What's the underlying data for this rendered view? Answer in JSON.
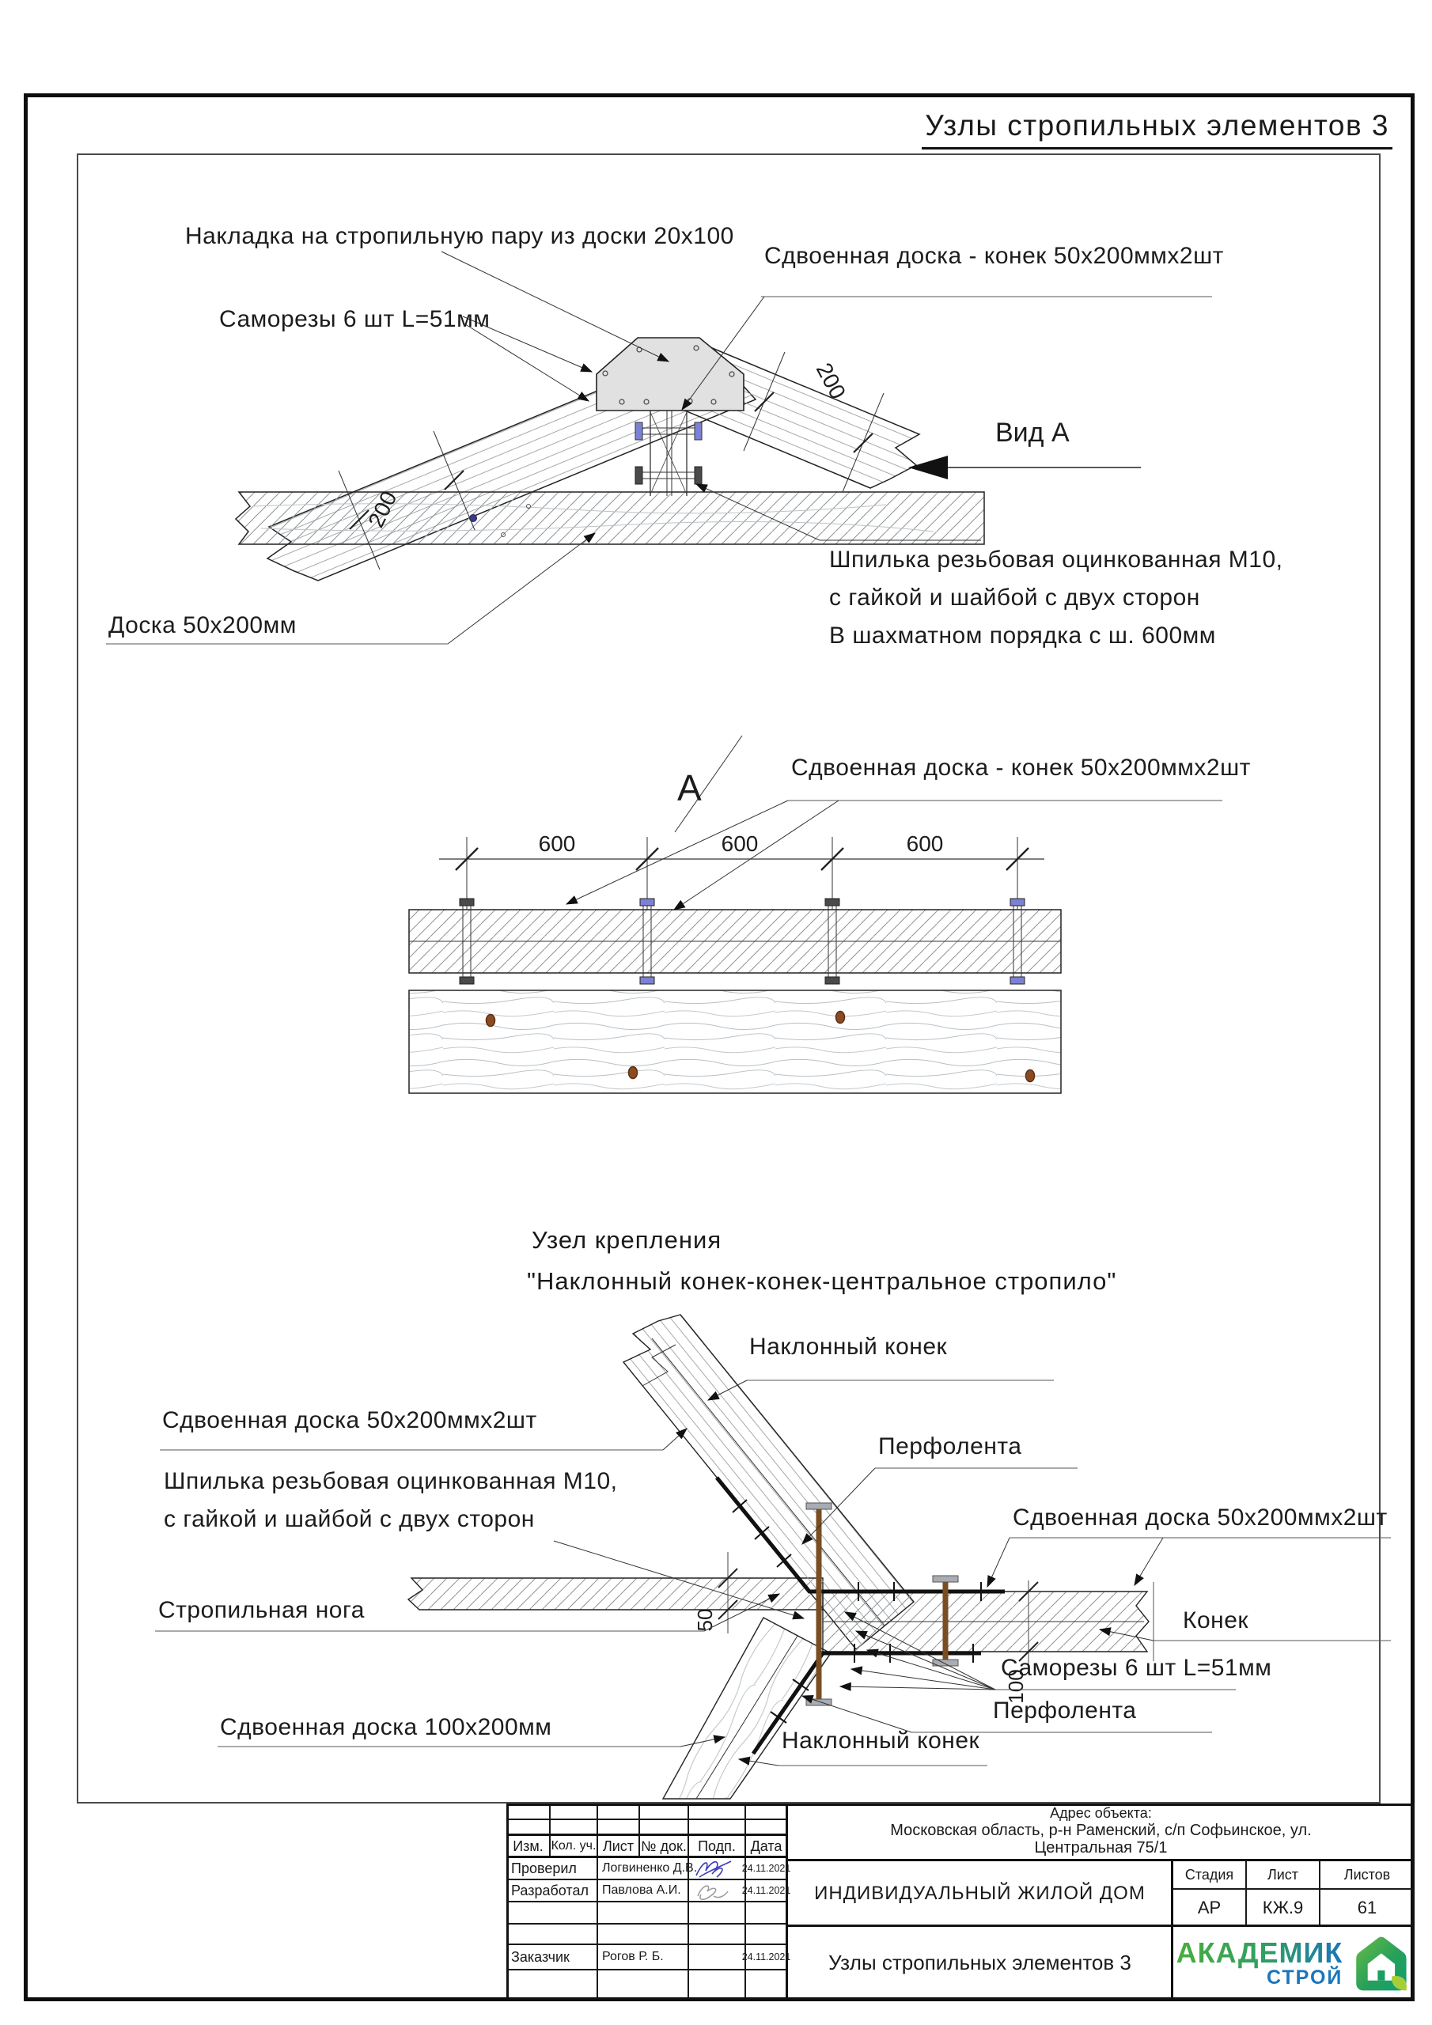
{
  "title": "Узлы стропильных элементов 3",
  "top": {
    "overlay": "Накладка на стропильную пару из доски 20х100",
    "screws": "Саморезы 6 шт L=51мм",
    "ridge": "Сдвоенная доска - конек 50х200ммх2шт",
    "view": "Вид А",
    "board": "Доска 50х200мм",
    "stud1": "Шпилька резьбовая оцинкованная М10,",
    "stud2": "с гайкой и шайбой с двух сторон",
    "stud3": "В шахматном порядка с ш. 600мм",
    "dim_left": "200",
    "dim_right": "200"
  },
  "middle": {
    "marker": "А",
    "ridge": "Сдвоенная доска - конек 50х200ммх2шт",
    "dim1": "600",
    "dim2": "600",
    "dim3": "600"
  },
  "heading": {
    "line1": "Узел крепления",
    "line2": "\"Наклонный конек-конек-центральное стропило\""
  },
  "bottom": {
    "incline_top": "Наклонный конек",
    "double_left": "Сдвоенная доска 50х200ммх2шт",
    "stud1": "Шпилька резьбовая оцинкованная М10,",
    "stud2": "с гайкой и шайбой с двух сторон",
    "perfo_top": "Перфолента",
    "double_right": "Сдвоенная доска 50х200ммх2шт",
    "rafter_leg": "Стропильная нога",
    "ridge": "Конек",
    "screws": "Саморезы 6 шт L=51мм",
    "double_100": "Сдвоенная доска 100х200мм",
    "perfo_bottom": "Перфолента",
    "incline_bottom": "Наклонный конек",
    "dim50": "50",
    "dim100": "100"
  },
  "titleblock": {
    "address_caption": "Адрес объекта:",
    "address1": "Московская область, р-н Раменский, с/п Софьинское, ул.",
    "address2": "Центральная 75/1",
    "col1": "Изм.",
    "col2": "Кол. уч.",
    "col3": "Лист",
    "col4": "№ док.",
    "col5": "Подп.",
    "col6": "Дата",
    "row1_role": "Проверил",
    "row1_name": "Логвиненко Д.В.",
    "row1_date": "24.11.2021",
    "row2_role": "Разработал",
    "row2_name": "Павлова А.И.",
    "row2_date": "24.11.2021",
    "row3_role": "Заказчик",
    "row3_name": "Рогов Р. Б.",
    "row3_date": "24.11.2021",
    "project": "ИНДИВИДУАЛЬНЫЙ ЖИЛОЙ ДОМ",
    "stage_label": "Стадия",
    "sheet_label": "Лист",
    "sheets_label": "Листов",
    "stage": "АР",
    "sheet": "КЖ.9",
    "sheets": "61",
    "sheet_title": "Узлы стропильных элементов 3",
    "logo1": "АКАДЕМИК",
    "logo2": "СТРОЙ"
  }
}
